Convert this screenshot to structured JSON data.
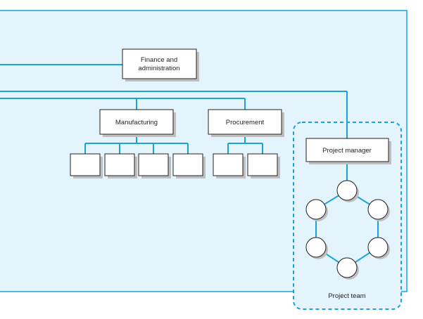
{
  "colors": {
    "panel_fill": "#e4f4fc",
    "line": "#1aa3d9",
    "box_fill": "#ffffff",
    "box_stroke": "#231f20",
    "shadow": "#bfbfbf",
    "text": "#231f20"
  },
  "boxes": {
    "finance_line1": "Finance and",
    "finance_line2": "administration",
    "manufacturing": "Manufacturing",
    "procurement": "Procurement",
    "project_manager": "Project manager"
  },
  "team": {
    "label": "Project team",
    "member_count": 6
  },
  "unit_counts": {
    "manufacturing": 4,
    "procurement": 2
  }
}
